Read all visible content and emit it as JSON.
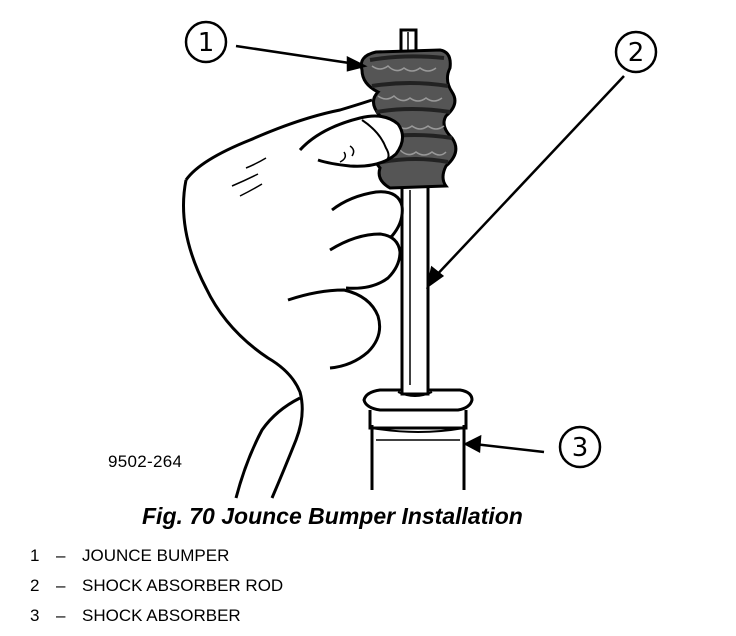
{
  "figure": {
    "drawing_code": "9502-264",
    "caption": "Fig. 70 Jounce Bumper Installation"
  },
  "callouts": [
    {
      "number": "1"
    },
    {
      "number": "2"
    },
    {
      "number": "3"
    }
  ],
  "legend": [
    {
      "number": "1",
      "dash": "–",
      "label": "JOUNCE BUMPER"
    },
    {
      "number": "2",
      "dash": "–",
      "label": "SHOCK ABSORBER ROD"
    },
    {
      "number": "3",
      "dash": "–",
      "label": "SHOCK ABSORBER"
    }
  ]
}
